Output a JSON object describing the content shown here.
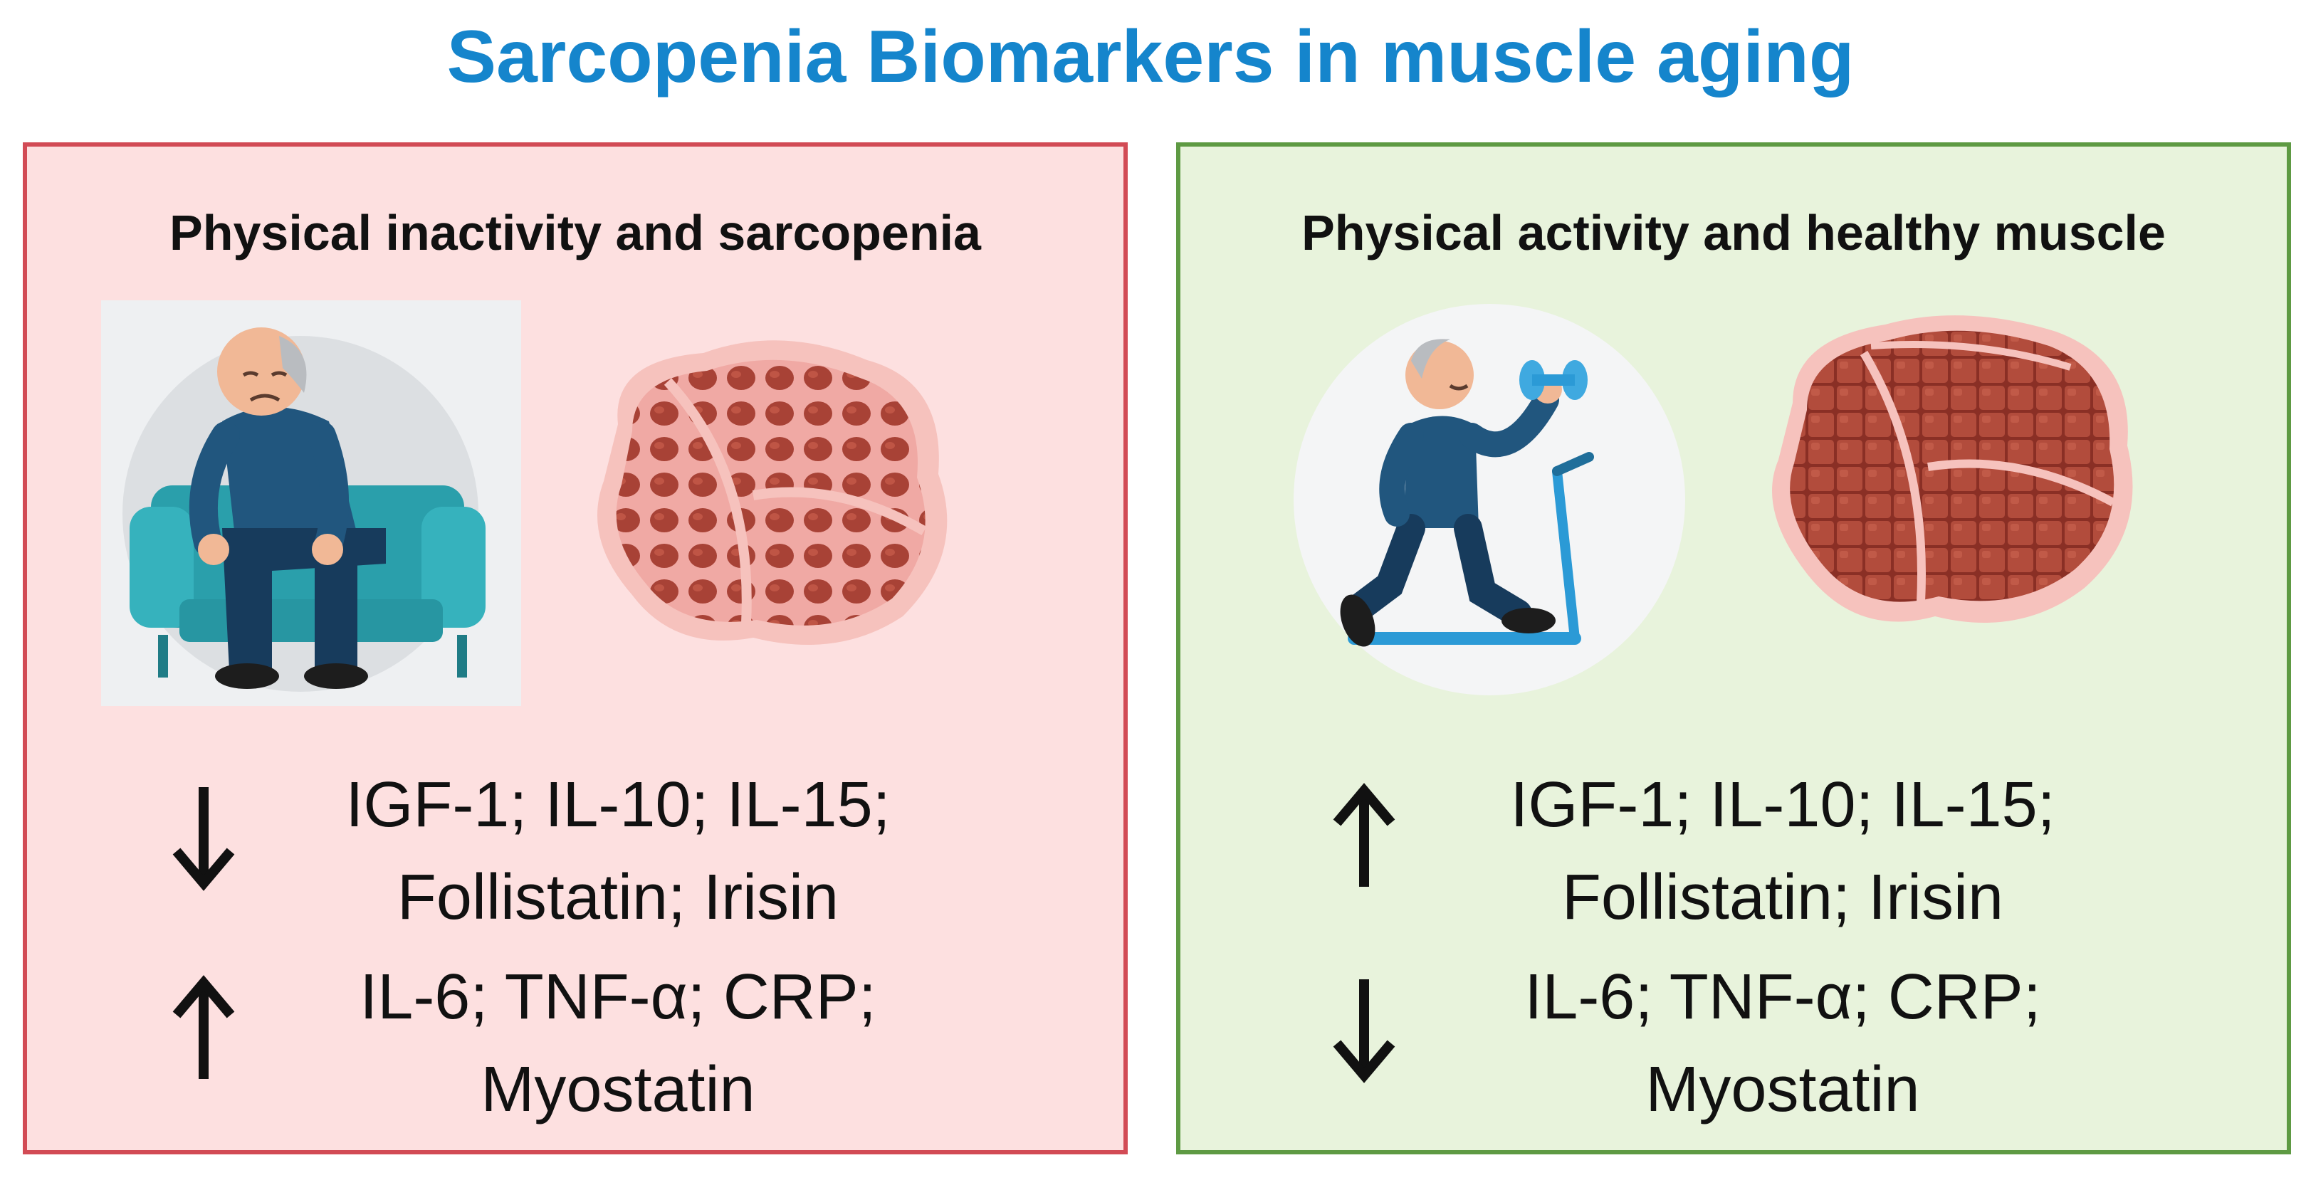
{
  "title": "Sarcopenia Biomarkers in muscle aging",
  "colors": {
    "title": "#1585cc",
    "left_panel_bg": "#fde0e0",
    "left_panel_border": "#d24b55",
    "right_panel_bg": "#e8f3dc",
    "right_panel_border": "#5e9a43",
    "muscle_fiber": "#a84236",
    "muscle_sheath": "#f2a7a2"
  },
  "panels": {
    "left": {
      "heading": "Physical inactivity and sarcopenia",
      "icons": [
        "sitting-elderly-man-icon",
        "atrophied-muscle-icon"
      ],
      "groups": [
        {
          "direction": "down",
          "arrow_icon": "arrow-down-icon",
          "lines": [
            "IGF-1; IL-10; IL-15;",
            "Follistatin; Irisin"
          ]
        },
        {
          "direction": "up",
          "arrow_icon": "arrow-up-icon",
          "lines": [
            "IL-6; TNF-α; CRP;",
            "Myostatin"
          ]
        }
      ]
    },
    "right": {
      "heading": "Physical activity and healthy muscle",
      "icons": [
        "exercising-elderly-man-icon",
        "healthy-muscle-icon"
      ],
      "groups": [
        {
          "direction": "up",
          "arrow_icon": "arrow-up-icon",
          "lines": [
            "IGF-1; IL-10; IL-15;",
            "Follistatin; Irisin"
          ]
        },
        {
          "direction": "down",
          "arrow_icon": "arrow-down-icon",
          "lines": [
            "IL-6; TNF-α; CRP;",
            "Myostatin"
          ]
        }
      ]
    }
  }
}
